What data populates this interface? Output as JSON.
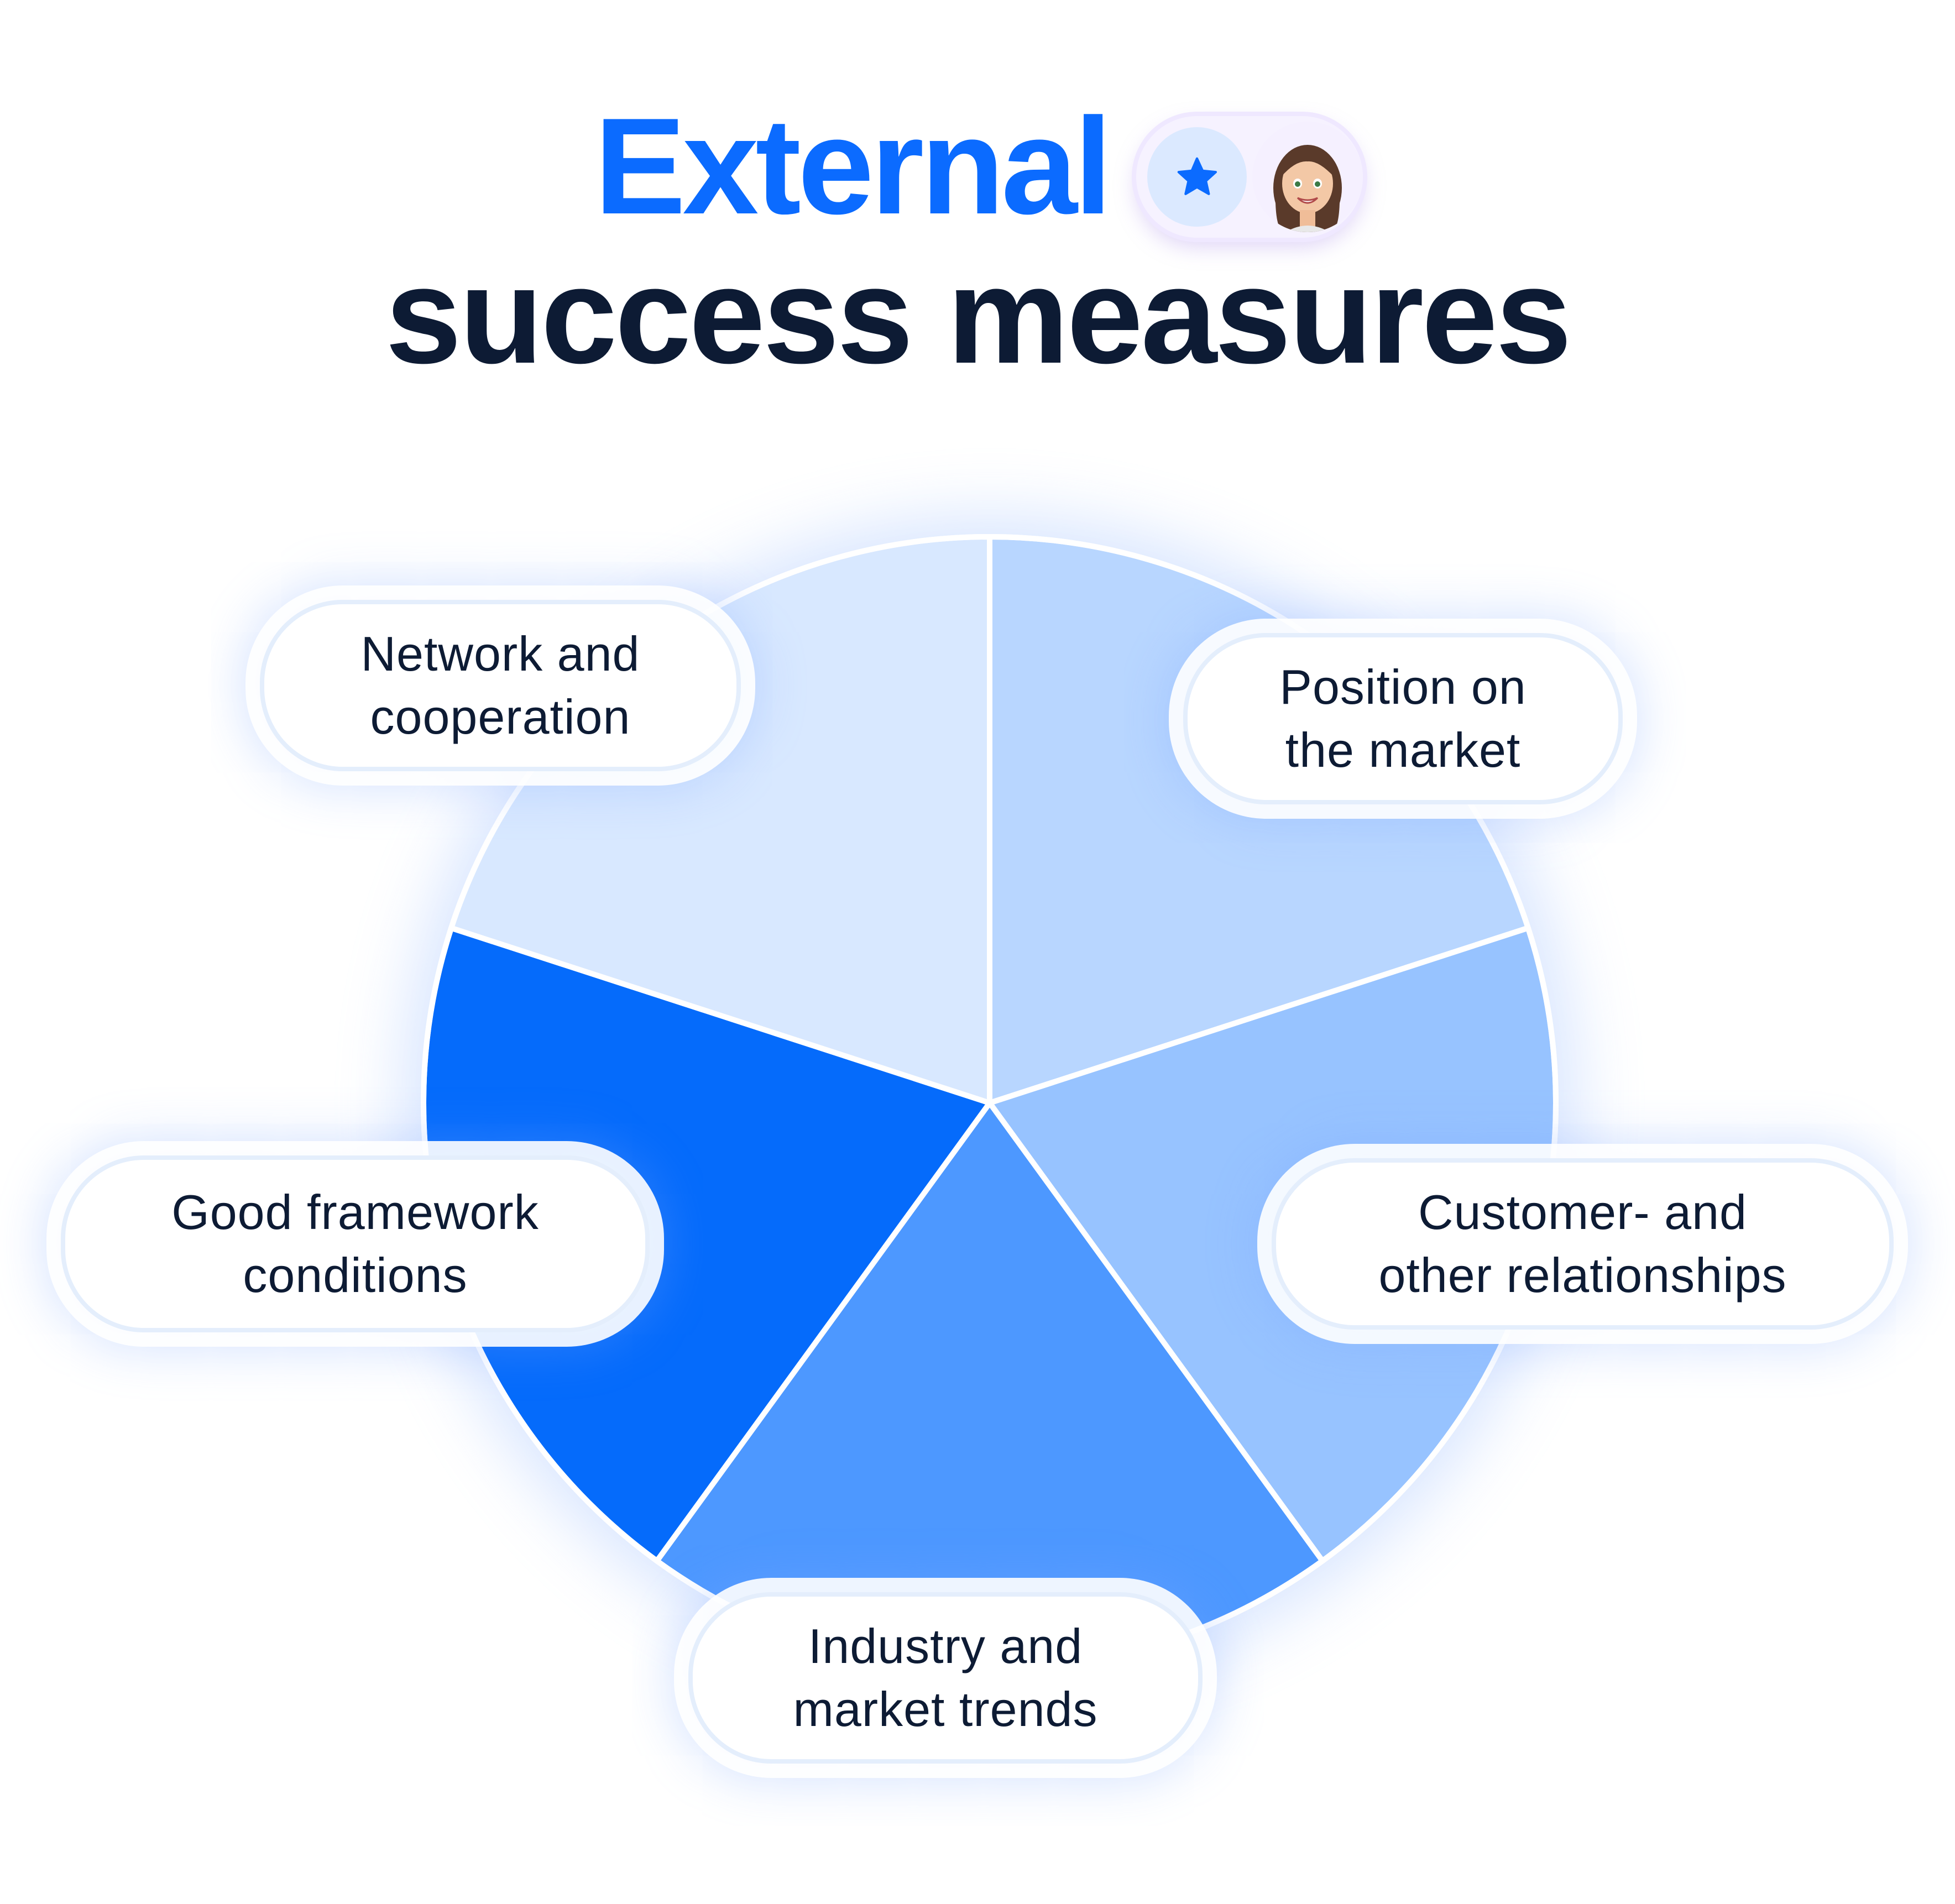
{
  "header": {
    "title_line1": "External",
    "title_line2": "success measures"
  },
  "badge": {
    "icons": [
      "star-icon",
      "avatar-icon"
    ]
  },
  "chart_data": {
    "type": "pie",
    "segments": [
      {
        "label": "Position on\nthe market",
        "value": 1,
        "color": "#b8d6ff"
      },
      {
        "label": "Customer- and\nother relationships",
        "value": 1,
        "color": "#97c3ff"
      },
      {
        "label": "Industry and\nmarket trends",
        "value": 1,
        "color": "#4d98ff"
      },
      {
        "label": "Good framework\nconditions",
        "value": 1,
        "color": "#056bfb"
      },
      {
        "label": "Network and\ncooperation",
        "value": 1,
        "color": "#d8e8ff"
      }
    ]
  }
}
